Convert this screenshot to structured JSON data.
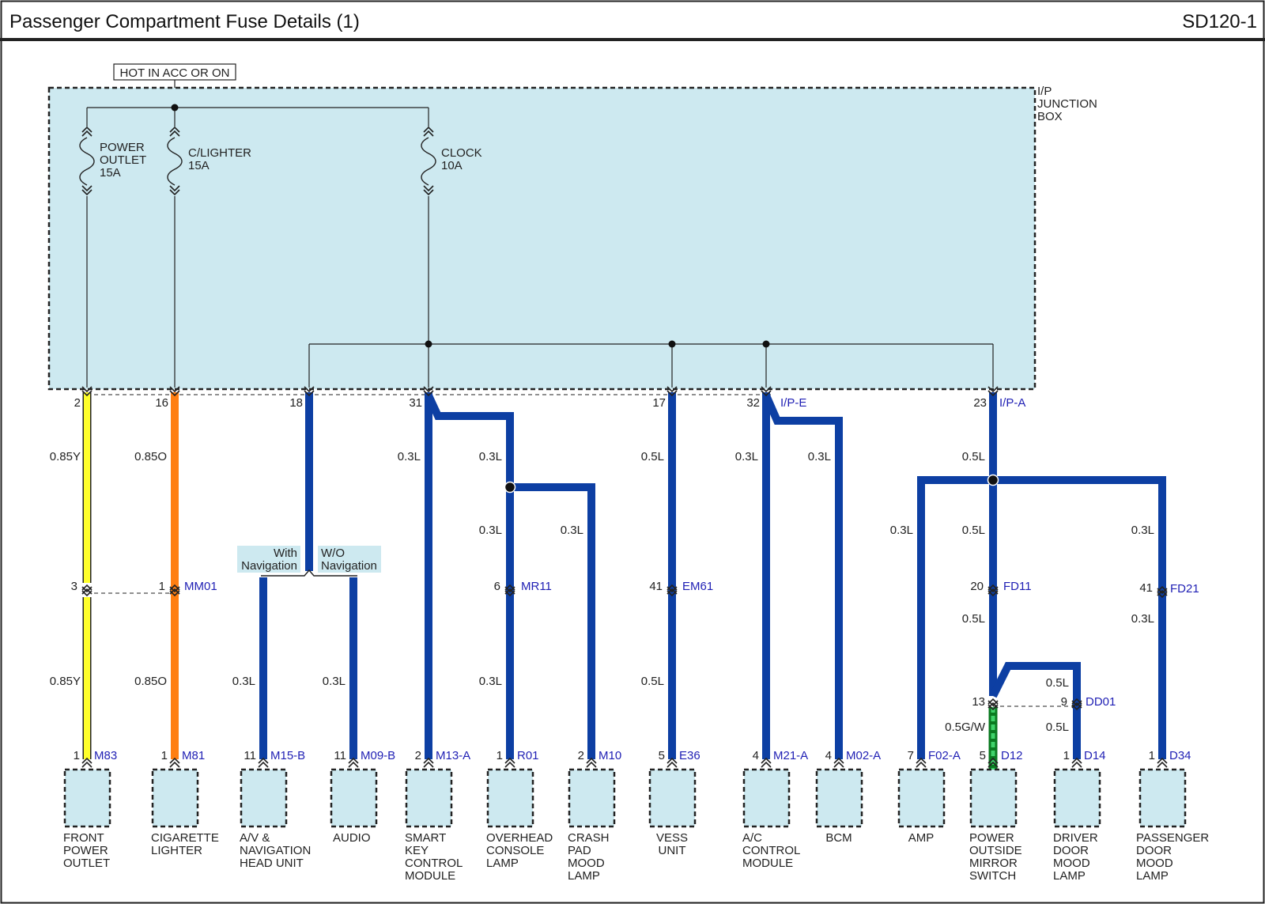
{
  "page": {
    "title": "Passenger Compartment Fuse Details (1)",
    "code": "SD120-1"
  },
  "colors": {
    "box_fill": "#cde9f0",
    "wire_blue": "#0d3fa3",
    "wire_yellow": "#ffff2b",
    "wire_orange": "#ff7f12",
    "wire_green": "#1aa33a",
    "link_text": "#1f1fb4"
  },
  "power_source": "HOT IN ACC OR ON",
  "junction_box": {
    "label_lines": [
      "I/P",
      "JUNCTION",
      "BOX"
    ]
  },
  "fuses": [
    {
      "name_lines": [
        "POWER",
        "OUTLET"
      ],
      "rating": "15A"
    },
    {
      "name_lines": [
        "C/LIGHTER"
      ],
      "rating": "15A"
    },
    {
      "name_lines": [
        "CLOCK"
      ],
      "rating": "10A"
    }
  ],
  "junction_pins": [
    {
      "pin": "2",
      "connector": ""
    },
    {
      "pin": "16",
      "connector": ""
    },
    {
      "pin": "18",
      "connector": ""
    },
    {
      "pin": "31",
      "connector": ""
    },
    {
      "pin": "17",
      "connector": ""
    },
    {
      "pin": "32",
      "connector": "I/P-E"
    },
    {
      "pin": "23",
      "connector": "I/P-A"
    }
  ],
  "wire_labels": [
    "0.85Y",
    "0.85O",
    "0.3L",
    "0.5L",
    "0.5G/W"
  ],
  "options": {
    "with_nav_lines": [
      "With",
      "Navigation"
    ],
    "without_nav_lines": [
      "W/O",
      "Navigation"
    ]
  },
  "inline_connectors": [
    {
      "pin": "3",
      "connector": ""
    },
    {
      "pin": "1",
      "connector": "MM01"
    },
    {
      "pin": "6",
      "connector": "MR11"
    },
    {
      "pin": "41",
      "connector": "EM61"
    },
    {
      "pin": "20",
      "connector": "FD11"
    },
    {
      "pin": "41",
      "connector": "FD21"
    },
    {
      "pin": "13",
      "connector": ""
    },
    {
      "pin": "9",
      "connector": "DD01"
    }
  ],
  "components": [
    {
      "pin": "1",
      "connector": "M83",
      "name_lines": [
        "FRONT",
        "POWER",
        "OUTLET"
      ]
    },
    {
      "pin": "1",
      "connector": "M81",
      "name_lines": [
        "CIGARETTE",
        "LIGHTER"
      ]
    },
    {
      "pin": "11",
      "connector": "M15-B",
      "name_lines": [
        "A/V &",
        "NAVIGATION",
        "HEAD UNIT"
      ]
    },
    {
      "pin": "11",
      "connector": "M09-B",
      "name_lines": [
        "AUDIO"
      ]
    },
    {
      "pin": "2",
      "connector": "M13-A",
      "name_lines": [
        "SMART",
        "KEY",
        "CONTROL",
        "MODULE"
      ]
    },
    {
      "pin": "1",
      "connector": "R01",
      "name_lines": [
        "OVERHEAD",
        "CONSOLE",
        "LAMP"
      ]
    },
    {
      "pin": "2",
      "connector": "M10",
      "name_lines": [
        "CRASH",
        "PAD",
        "MOOD",
        "LAMP"
      ]
    },
    {
      "pin": "5",
      "connector": "E36",
      "name_lines": [
        "VESS",
        "UNIT"
      ]
    },
    {
      "pin": "4",
      "connector": "M21-A",
      "name_lines": [
        "A/C",
        "CONTROL",
        "MODULE"
      ]
    },
    {
      "pin": "4",
      "connector": "M02-A",
      "name_lines": [
        "BCM"
      ]
    },
    {
      "pin": "7",
      "connector": "F02-A",
      "name_lines": [
        "AMP"
      ]
    },
    {
      "pin": "5",
      "connector": "D12",
      "name_lines": [
        "POWER",
        "OUTSIDE",
        "MIRROR",
        "SWITCH"
      ]
    },
    {
      "pin": "1",
      "connector": "D14",
      "name_lines": [
        "DRIVER",
        "DOOR",
        "MOOD",
        "LAMP"
      ]
    },
    {
      "pin": "1",
      "connector": "D34",
      "name_lines": [
        "PASSENGER",
        "DOOR",
        "MOOD",
        "LAMP"
      ]
    }
  ]
}
